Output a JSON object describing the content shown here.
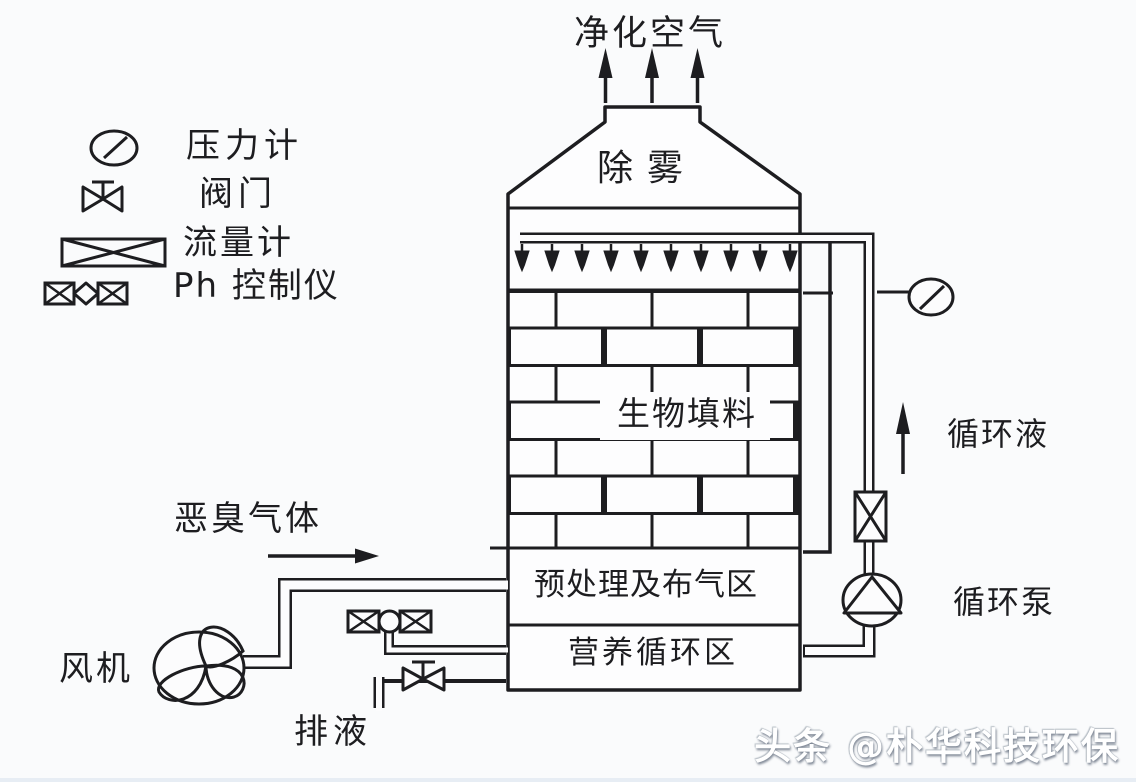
{
  "legend": {
    "items": [
      {
        "icon": "pressure-gauge-icon",
        "label": "压力计"
      },
      {
        "icon": "valve-icon",
        "label": "阀门"
      },
      {
        "icon": "flow-meter-icon",
        "label": "流量计"
      },
      {
        "icon": "ph-controller-icon",
        "label": "Ph 控制仪"
      }
    ]
  },
  "tower": {
    "outlet_label": "净化空气",
    "demister_label": "除雾",
    "packing_label": "生物填料",
    "pretreatment_label": "预处理及布气区",
    "nutrient_label": "营养循环区"
  },
  "annotations": {
    "odor_gas": "恶臭气体",
    "fan": "风机",
    "drain": "排液",
    "circulating_liquid": "循环液",
    "circulating_pump": "循环泵"
  },
  "watermark": {
    "text": "头条 @朴华科技环保"
  },
  "colors": {
    "line": "#1d1d20",
    "background": "#fafbfc",
    "watermark_text": "#ffffff"
  }
}
